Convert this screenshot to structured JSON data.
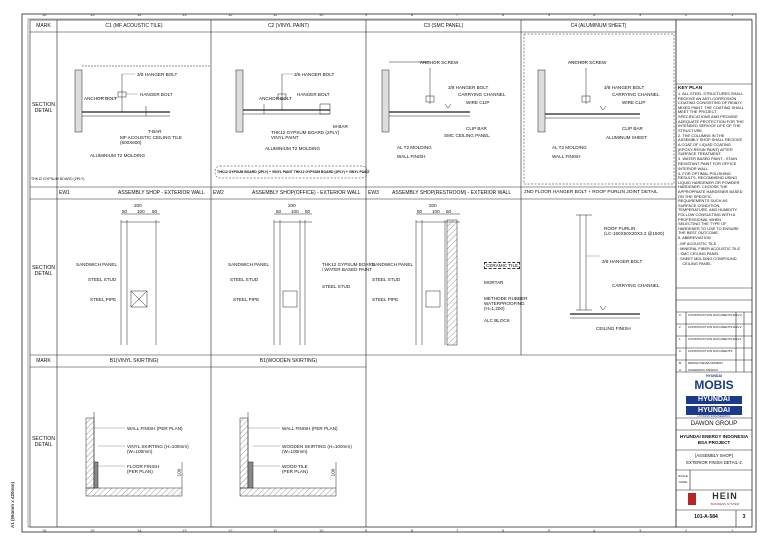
{
  "grid": {
    "top_numbers": [
      "16",
      "15",
      "14",
      "13",
      "12",
      "11",
      "10",
      "9",
      "8",
      "7",
      "6",
      "5",
      "4",
      "3",
      "2",
      "1"
    ],
    "bottom_numbers": [
      "16",
      "15",
      "14",
      "13",
      "12",
      "11",
      "10",
      "9",
      "8",
      "7",
      "6",
      "5",
      "4",
      "3",
      "2",
      "1"
    ],
    "left_vertical": "A1 (594mm x 420mm)"
  },
  "row_headers": {
    "mark1": "MARK",
    "mark2": "MARK",
    "section1": [
      "SECTION",
      "DETAIL"
    ],
    "section2": [
      "SECTION",
      "DETAIL"
    ],
    "section3": [
      "SECTION",
      "DETAIL"
    ]
  },
  "row1": {
    "c1": "C1 (MF ACOUSTIC TILE)",
    "c2": "C2 (VINYL PAINT)",
    "c3": "C3 (SMC PANEL)",
    "c4": "C4 (ALUMINUM SHEET)"
  },
  "row2": {
    "ew1": "EW1",
    "ew1_title": "ASSEMBLY SHOP - EXTERIOR WALL",
    "ew2": "EW2",
    "ew2_title": "ASSEMBLY SHOP(OFFICE) - EXTERIOR WALL",
    "ew3": "EW3",
    "ew3_title": "ASSEMBLY SHOP(RESTROOM) - EXTERIOR WALL",
    "c4_title": "2ND FLOOR HANGER BOLT + ROOF PURLIN JOINT DETAIL"
  },
  "row3": {
    "b1": "B1(VINYL SKIRTING)",
    "b1w": "B1(WOODEN SKIRTING)"
  },
  "labels": {
    "c1": {
      "hanger_bolt_top": "3/8 HANGER BOLT",
      "anchor": "ANCHOR BOLT",
      "hanger": "HANGER BOLT",
      "tbar": "T-BAR",
      "tile": "MF ACOUSTIC CEILING TILE",
      "tile2": "(600X600)",
      "molding": "ALUMINIUM T2 MOLDING",
      "gyp": "THK12 GYPSUM BOARD (2PLY)"
    },
    "c2": {
      "hanger_bolt_top": "3/8 HANGER BOLT",
      "anchor": "ANCHOR BOLT",
      "hanger": "HANGER BOLT",
      "gyp": "THK12 GYPSUM BOARD (2PLY)",
      "paint": "VINYL PAINT",
      "molding": "ALUMINIUM T2 MOLDING",
      "mbar": "M-BAR",
      "note": "THK12 GYPSUM BOARD (2PLY) + VINYL PAINT  THK12 GYPSUM BOARD (2PLY) + VINYL PAINT"
    },
    "c3": {
      "anchor": "ANCHOR SCREW",
      "hanger": "3/8 HANGER BOLT",
      "channel": "CARRYING CHANNEL",
      "clip": "WIRE CLIP",
      "cbar": "CLIP BAR",
      "smc": "SMC CEILING PANEL",
      "molding": "AL T2 MOLDING",
      "finish": "WALL FINISH"
    },
    "c4": {
      "anchor": "ANCHOR SCREW",
      "hanger": "3/8 HANGER BOLT",
      "channel": "CARRYING CHANNEL",
      "clip": "WIRE CLIP",
      "cbar": "CLIP BAR",
      "sheet": "ALUMINUM SHEET",
      "molding": "AL T2 MOLDING",
      "finish": "WALL FINISH"
    },
    "ew1": {
      "dim": "200",
      "d1": "50",
      "d2": "100",
      "d3": "50",
      "sandwich": "SANDWICH PANEL",
      "stud": "STEEL STUD",
      "pipe": "STEEL PIPE"
    },
    "ew2": {
      "dim": "200",
      "d1": "50",
      "d2": "100",
      "d3": "50",
      "sandwich": "SANDWICH PANEL",
      "stud": "STEEL STUD",
      "pipe": "STEEL PIPE",
      "gyp": "THK12 GYPSUM BOARD",
      "paint": "/ WATER BASED PAINT",
      "stud2": "STEEL STUD"
    },
    "ew3": {
      "dim": "200",
      "d1": "50",
      "d2": "100",
      "d3": "50",
      "sandwich": "SANDWICH PANEL",
      "stud": "STEEL STUD",
      "pipe": "STEEL PIPE",
      "tile": "CERAMIC TILE",
      "mortar": "MORTAR",
      "rubber": "METHODE RUBBER",
      "water": "WATERPROOFING",
      "water2": "(H=1,200)",
      "block": "ALC BLOCK"
    },
    "c4b": {
      "purlin": "ROOF PURLIN",
      "purlin2": "(LC-150X50X20X3.2 @1500)",
      "hanger": "3/8 HANGER BOLT",
      "channel": "CARRYING CHANNEL",
      "finish": "CEILING FINISH"
    },
    "b1": {
      "wall": "WALL FINISH (PER PLAN)",
      "skirt": "VINYL SKIRTING (H=100mm)",
      "skirt2": "(W=100mm)",
      "floor": "FLOOR FINISH",
      "floor2": "(PER PLAN)",
      "dim": "100"
    },
    "b1w": {
      "wall": "WALL FINISH (PER PLAN)",
      "skirt": "WOODEN SKIRTING (H=100mm)",
      "skirt2": "(W=100mm)",
      "floor": "WOOD TILE",
      "floor2": "(PER PLAN)",
      "dim": "100"
    }
  },
  "key_plan": {
    "title": "KEY PLAN",
    "notes": [
      "1. ALL STEEL STRUCTURES SHALL RECEIVE AN ANTI-CORROSION COATING CONSISTING OF READY-MIXED PAINT. THE COATING SHALL MEET THE PROJECT SPECIFICATIONS AND PROVIDE ADEQUATE PROTECTION FOR THE INTENDED SERVICE LIFE OF THE STRUCTURE.",
      "2. THE COLUMNS IN THE ASSEMBLY SHOP SHALL RECEIVE A COAT OF LIQUID COATING (EPOXY-RESIN PAINT) AFTER SURFACE TREATMENT.",
      "3. WATER BASED PAINT - STAIN RESISTANT PAINT FOR OFFICE INTERIOR WALL.",
      "4. FOR OPTIMAL POLISHING RESULTS, RECOMMEND USING LIQUID HARDENER OR POWDER HARDENER. CHOOSE THE APPROPRIATE HARDENER BASED ON THE SPECIFIC REQUIREMENTS SUCH AS SURFACE CONDITION, TEMPERATURE, AND HUMIDITY. FOLLOW CONSULTING WITH A PROFESSIONAL WHEN SELECTING THE TYPE OF HARDENER TO USE TO ENSURE THE BEST OUTCOME.",
      "5. ABBREVIATION",
      "- MF ACOUSTIC TILE",
      "  : MINERAL FIBER ACOUSTIC TILE",
      "- SMC CEILING PANEL",
      "  : SHEET MOLDING COMPOUND",
      "    CEILING PANEL"
    ]
  },
  "revisions": [
    "CONSTRUCTION DOCUMENTS REV.3",
    "CONSTRUCTION DOCUMENTS REV.2",
    "CONSTRUCTION DOCUMENTS REV.1",
    "CONSTRUCTION DOCUMENTS",
    "DESIGN DEVELOPMENT",
    "SCHEMATIC DESIGN"
  ],
  "revision_marks": [
    "3",
    "2",
    "1",
    "0",
    "B",
    "A"
  ],
  "title_block": {
    "client_small": "HYUNDAI",
    "mobis": "MOBIS",
    "hyundai": "HYUNDAI",
    "hyundai2": "HYUNDAI",
    "client_sub": "HYUNDAI ENGINEERING",
    "daewon": "DAWON GROUP",
    "project": "HYUNDAI ENERGY INDONESIA BSA PROJECT",
    "drawing_area": "[ASSEMBLY SHOP]",
    "drawing_title": "EXTERIOR FINISH DETAIL-2",
    "hein": "HEIN",
    "hein_sub": "BUSINESS SYSTEM",
    "scale_label": "SCALE",
    "scale": "NONE",
    "drawing_no": "101-A-584",
    "rev": "3"
  }
}
